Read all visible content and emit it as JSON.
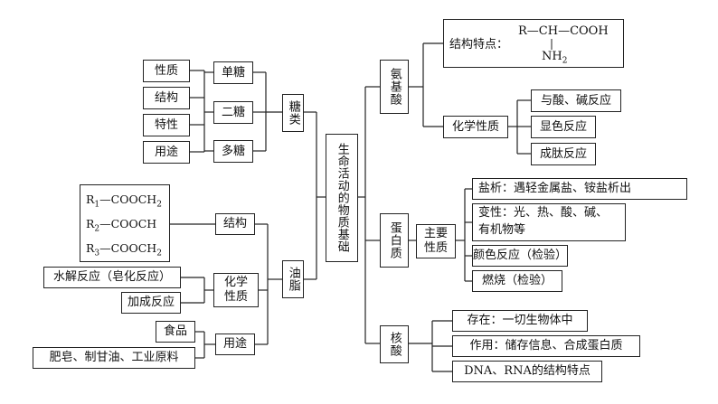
{
  "center": {
    "title": "生命活动的物质基础"
  },
  "sugar": {
    "label": "糖类",
    "types": [
      "单糖",
      "二糖",
      "多糖"
    ],
    "aspects": [
      "性质",
      "结构",
      "特性",
      "用途"
    ]
  },
  "fat": {
    "label": "油脂",
    "structure": "结构",
    "chem_props": "化学性质",
    "use": "用途",
    "reactions": [
      "水解反应（皂化反应）",
      "加成反应"
    ],
    "uses": [
      "食品",
      "肥皂、制甘油、工业原料"
    ],
    "formula": {
      "r1": "R",
      "s1": "1",
      "rest1": "—COOCH",
      "h1": "2",
      "r2": "R",
      "s2": "2",
      "rest2": "—COOCH",
      "r3": "R",
      "s3": "3",
      "rest3": "—COOCH",
      "h3": "2"
    }
  },
  "amino": {
    "label": "氨基酸",
    "struct_label": "结构特点：",
    "formula_top": "R—CH—COOH",
    "formula_nh": "NH",
    "formula_nh_sub": "2",
    "chem_label": "化学性质",
    "props": [
      "与酸、碱反应",
      "显色反应",
      "成肽反应"
    ]
  },
  "protein": {
    "label": "蛋白质",
    "main_label": "主要性质",
    "props": [
      "盐析：遇轻金属盐、铵盐析出",
      "变性：光、热、酸、碱、有机物等",
      "颜色反应（检验）",
      "燃烧（检验）"
    ]
  },
  "nucleic": {
    "label": "核酸",
    "items": [
      "存在：一切生物体中",
      "作用：储存信息、合成蛋白质",
      "DNA、RNA的结构特点"
    ]
  }
}
